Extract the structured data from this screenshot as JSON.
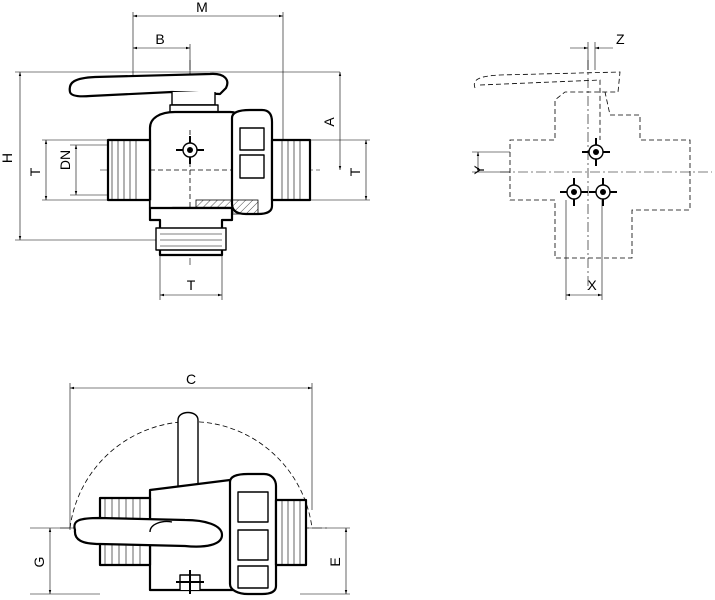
{
  "labels": {
    "M": "M",
    "B": "B",
    "A": "A",
    "H": "H",
    "T_left": "T",
    "DN": "DN",
    "T_right": "T",
    "T_bottom": "T",
    "Z": "Z",
    "Y": "Y",
    "X": "X",
    "C": "C",
    "G": "G",
    "E": "E"
  },
  "views": [
    "front-view",
    "side-view",
    "top-view"
  ]
}
